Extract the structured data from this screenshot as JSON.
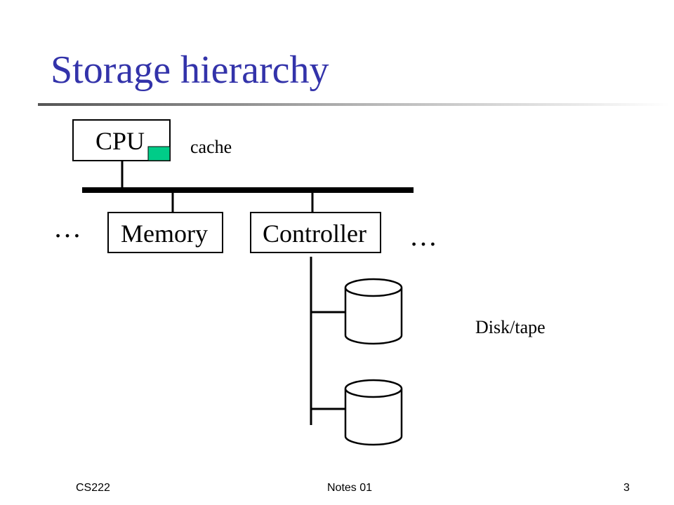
{
  "slide": {
    "title": "Storage hierarchy",
    "title_color": "#3333aa"
  },
  "diagram": {
    "cpu_label": "CPU",
    "cache_label": "cache",
    "memory_label": "Memory",
    "controller_label": "Controller",
    "ellipsis_left": "…",
    "ellipsis_right": "…",
    "disk_label": "Disk/tape",
    "cache_color": "#00cc88"
  },
  "footer": {
    "left": "CS222",
    "center": "Notes 01",
    "page_number": "3"
  }
}
